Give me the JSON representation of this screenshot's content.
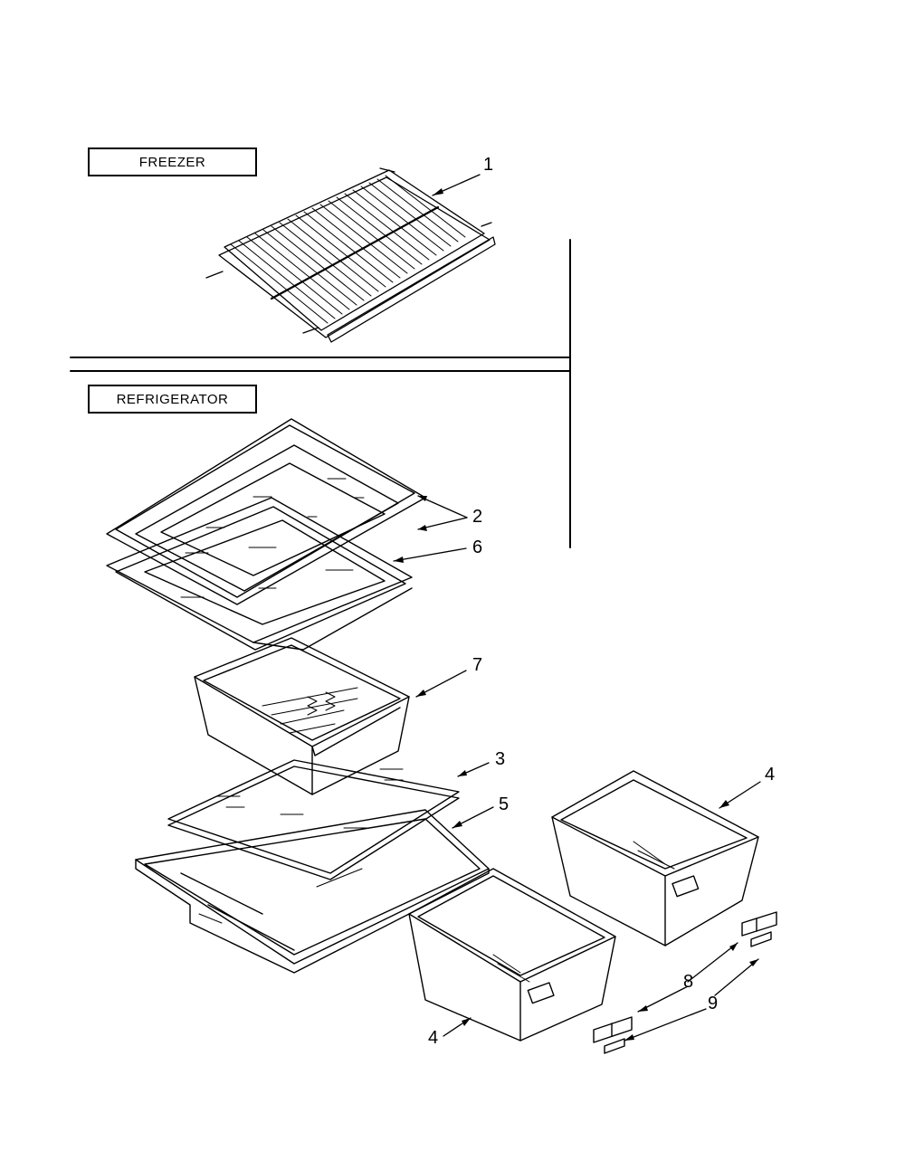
{
  "sections": {
    "freezer": "FREEZER",
    "refrigerator": "REFRIGERATOR"
  },
  "callouts": {
    "c1": "1",
    "c2": "2",
    "c6": "6",
    "c7": "7",
    "c3": "3",
    "c5": "5",
    "c4a": "4",
    "c4b": "4",
    "c8": "8",
    "c9": "9"
  },
  "parts": [
    {
      "number": "1",
      "name": "wire-shelf"
    },
    {
      "number": "2",
      "name": "glass-shelf"
    },
    {
      "number": "3",
      "name": "crisper-cover-glass"
    },
    {
      "number": "4",
      "name": "crisper-drawer"
    },
    {
      "number": "5",
      "name": "crisper-cover-frame"
    },
    {
      "number": "6",
      "name": "shelf-frame"
    },
    {
      "number": "7",
      "name": "meat-pan"
    },
    {
      "number": "8",
      "name": "drawer-label-insert"
    },
    {
      "number": "9",
      "name": "drawer-label-clip"
    }
  ]
}
